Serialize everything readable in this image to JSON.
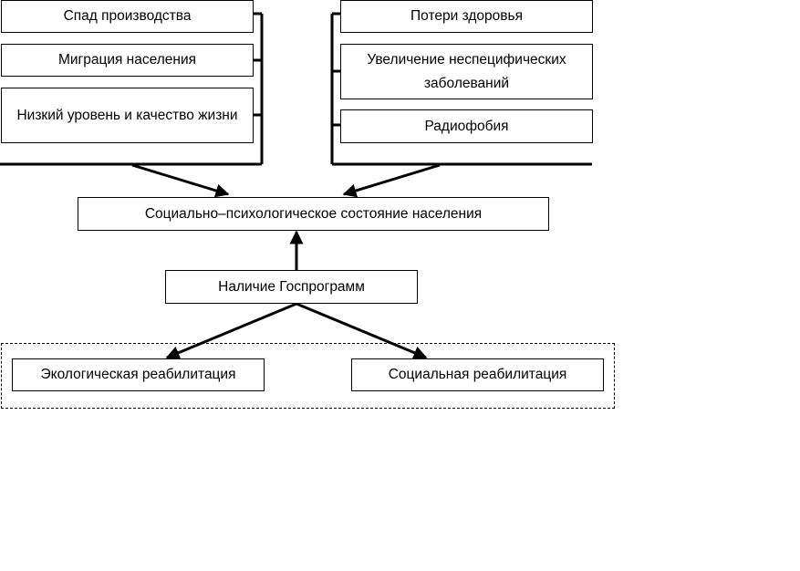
{
  "left_factors": [
    "Спад производства",
    "Миграция населения",
    "Низкий уровень и качество жизни"
  ],
  "right_factors": [
    "Потери здоровья",
    "Увеличение неспецифических заболеваний",
    "Радиофобия"
  ],
  "center": {
    "state": "Социально–психологическое состояние населения",
    "programs": "Наличие Госпрограмм"
  },
  "rehabilitation": {
    "ecological": "Экологическая реабилитация",
    "social": "Социальная реабилитация"
  }
}
